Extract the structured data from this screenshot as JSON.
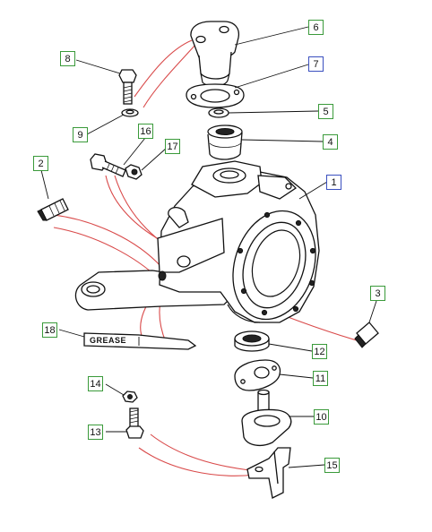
{
  "grease_label": "GREASE",
  "callouts": {
    "c1": "1",
    "c2": "2",
    "c3": "3",
    "c4": "4",
    "c5": "5",
    "c6": "6",
    "c7": "7",
    "c8": "8",
    "c9": "9",
    "c10": "10",
    "c11": "11",
    "c12": "12",
    "c13": "13",
    "c14": "14",
    "c15": "15",
    "c16": "16",
    "c17": "17",
    "c18": "18"
  },
  "colors": {
    "callout_green": "#3a9a3a",
    "callout_blue": "#3a4fbf",
    "guide_red": "#d94a4a",
    "line_art": "#111111"
  }
}
